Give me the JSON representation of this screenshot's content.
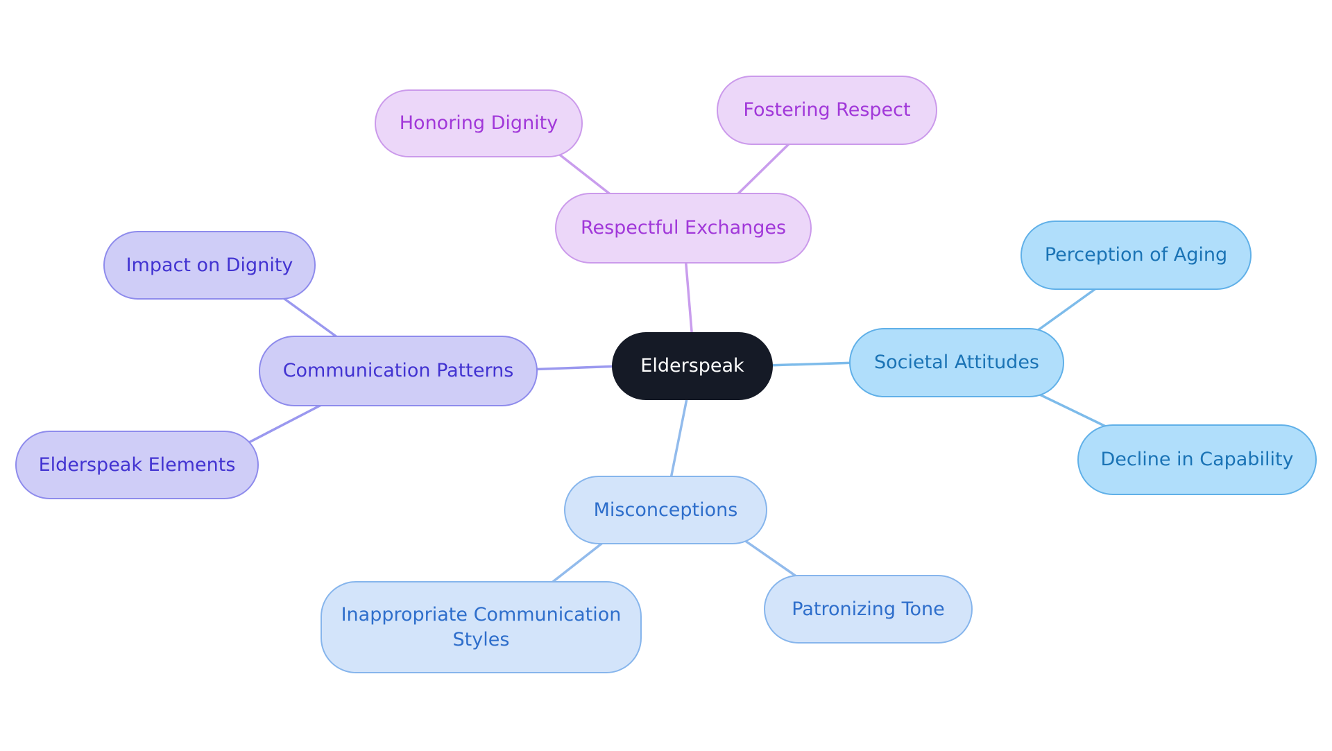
{
  "diagram": {
    "type": "mindmap",
    "background": "#ffffff",
    "center": {
      "id": "elderspeak",
      "label": "Elderspeak",
      "theme": "center"
    },
    "branches": [
      {
        "id": "respectful-exchanges",
        "label": "Respectful Exchanges",
        "theme": "purple",
        "children": [
          {
            "id": "honoring-dignity",
            "label": "Honoring Dignity"
          },
          {
            "id": "fostering-respect",
            "label": "Fostering Respect"
          }
        ]
      },
      {
        "id": "societal-attitudes",
        "label": "Societal Attitudes",
        "theme": "sky",
        "children": [
          {
            "id": "perception-of-aging",
            "label": "Perception of Aging"
          },
          {
            "id": "decline-in-capability",
            "label": "Decline in Capability"
          }
        ]
      },
      {
        "id": "communication-patterns",
        "label": "Communication Patterns",
        "theme": "periwinkle",
        "children": [
          {
            "id": "impact-on-dignity",
            "label": "Impact on Dignity"
          },
          {
            "id": "elderspeak-elements",
            "label": "Elderspeak Elements"
          }
        ]
      },
      {
        "id": "misconceptions",
        "label": "Misconceptions",
        "theme": "pale_blue",
        "children": [
          {
            "id": "inappropriate-communication-styles",
            "label": "Inappropriate Communication Styles"
          },
          {
            "id": "patronizing-tone",
            "label": "Patronizing Tone"
          }
        ]
      }
    ],
    "edges": [
      {
        "from": "elderspeak",
        "to": "respectful-exchanges",
        "theme": "purple"
      },
      {
        "from": "respectful-exchanges",
        "to": "honoring-dignity",
        "theme": "purple"
      },
      {
        "from": "respectful-exchanges",
        "to": "fostering-respect",
        "theme": "purple"
      },
      {
        "from": "elderspeak",
        "to": "societal-attitudes",
        "theme": "sky"
      },
      {
        "from": "societal-attitudes",
        "to": "perception-of-aging",
        "theme": "sky"
      },
      {
        "from": "societal-attitudes",
        "to": "decline-in-capability",
        "theme": "sky"
      },
      {
        "from": "elderspeak",
        "to": "communication-patterns",
        "theme": "periwinkle"
      },
      {
        "from": "communication-patterns",
        "to": "impact-on-dignity",
        "theme": "periwinkle"
      },
      {
        "from": "communication-patterns",
        "to": "elderspeak-elements",
        "theme": "periwinkle"
      },
      {
        "from": "elderspeak",
        "to": "misconceptions",
        "theme": "pale_blue"
      },
      {
        "from": "misconceptions",
        "to": "inappropriate-communication-styles",
        "theme": "pale_blue"
      },
      {
        "from": "misconceptions",
        "to": "patronizing-tone",
        "theme": "pale_blue"
      }
    ],
    "palette": {
      "center": {
        "fill": "#151a26",
        "border": "#151a26",
        "text": "#ffffff",
        "line": "#151a26"
      },
      "purple": {
        "fill": "#ecd7f9",
        "border": "#cb9aeb",
        "text": "#a138d9",
        "line": "#c99ded"
      },
      "periwinkle": {
        "fill": "#cfcdf7",
        "border": "#8e8bec",
        "text": "#4233d1",
        "line": "#9a98ef"
      },
      "sky": {
        "fill": "#b0defb",
        "border": "#60b0e8",
        "text": "#1a73b5",
        "line": "#7dbbea"
      },
      "pale_blue": {
        "fill": "#d3e4fa",
        "border": "#86b5ec",
        "text": "#2e6ecb",
        "line": "#92bbec"
      }
    }
  }
}
